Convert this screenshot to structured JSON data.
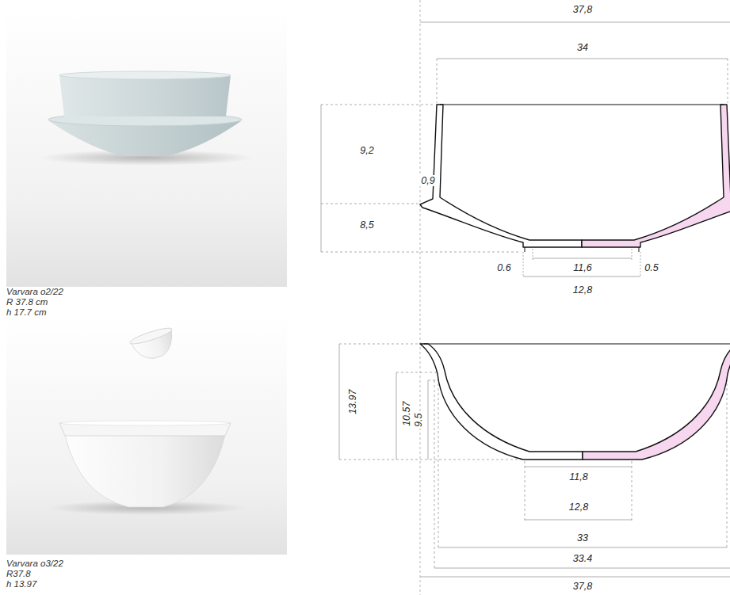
{
  "diagram": {
    "labels": [
      "37,8",
      "34",
      "9,2",
      "0,9",
      "8,5",
      "0.6",
      "11,6",
      "0.5",
      "12,8",
      "Varvara o2/22",
      "R 37.8 cm",
      "h 17.7 cm",
      "13.97",
      "10.57",
      "9.5",
      "11,8",
      "12,8",
      "33",
      "33.4",
      "37,8",
      "Varvara o3/22",
      "R37.8",
      "h 13.97"
    ]
  }
}
